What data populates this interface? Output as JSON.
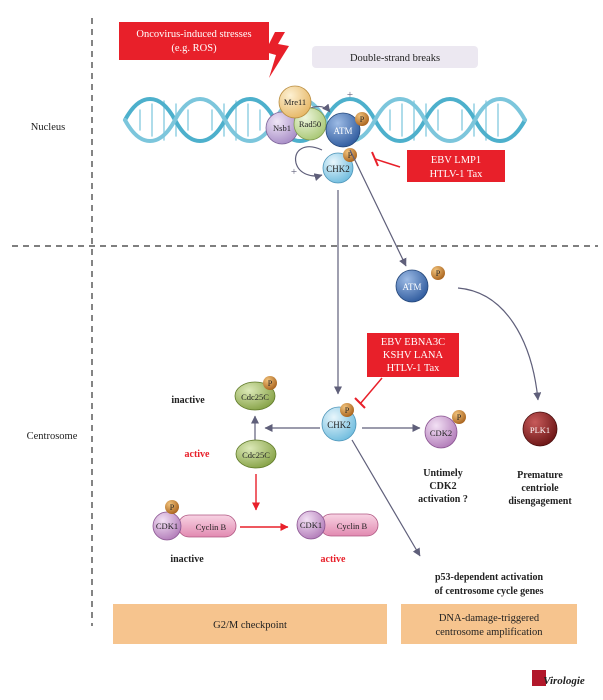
{
  "compartments": {
    "nucleus": "Nucleus",
    "centrosome": "Centrosome"
  },
  "boxes": {
    "oncovirus": [
      "Oncovirus-induced stresses",
      "(e.g. ROS)"
    ],
    "double_strand_breaks": "Double-strand breaks",
    "ebv_lmp1": [
      "EBV LMP1",
      "HTLV-1 Tax"
    ],
    "ebv_ebna3c": [
      "EBV EBNA3C",
      "KSHV LANA",
      "HTLV-1 Tax"
    ],
    "g2m": "G2/M checkpoint",
    "amplification": [
      "DNA-damage-triggered",
      "centrosome amplification"
    ]
  },
  "proteins": {
    "mre11": "Mre11",
    "nsb1": "Nsb1",
    "rad50": "Rad50",
    "atm": "ATM",
    "chk2": "CHK2",
    "cdc25c": "Cdc25C",
    "cdk2": "CDK2",
    "plk1": "PLK1",
    "cdk1": "CDK1",
    "cyclin_b": "Cyclin B",
    "phospho": "P"
  },
  "signs": {
    "plus": "+"
  },
  "labels": {
    "inactive": "inactive",
    "active": "active",
    "untimely": [
      "Untimely",
      "CDK2",
      "activation ?"
    ],
    "premature": [
      "Premature",
      "centriole",
      "disengagement"
    ],
    "p53": [
      "p53-dependent activation",
      "of centrosome cycle genes"
    ]
  },
  "logo": "Virologie",
  "colors": {
    "red_box": "#e8202a",
    "peach_box": "#f6c48e",
    "lavender_box": "#ece8f1",
    "active_text": "#e8202a",
    "dna": "#5bb8d2",
    "atm": "#3f72b7",
    "chk2": "#9bd3ea",
    "mre11": "#f3d18d",
    "nsb1": "#c9b5dc",
    "rad50": "#c7dd9e",
    "cdc25c": "#a6bf66",
    "cdk": "#cfa2d4",
    "cyclin": "#eda7c6",
    "plk1": "#8b2424",
    "phospho": "#c0782a"
  }
}
